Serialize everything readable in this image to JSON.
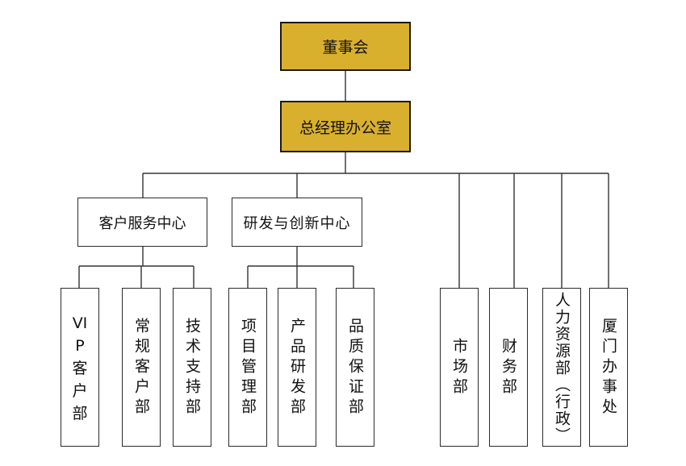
{
  "colors": {
    "accent": "#D9AF2E",
    "line": "#333333"
  },
  "org": {
    "board": "董事会",
    "gm_office": "总经理办公室",
    "customer_center": {
      "label": "客户服务中心",
      "units": [
        "VIP客户部",
        "常规客户部",
        "技术支持部"
      ]
    },
    "rd_center": {
      "label": "研发与创新中心",
      "units": [
        "项目管理部",
        "产品研发部",
        "品质保证部"
      ]
    },
    "direct_units": [
      "市场部",
      "财务部",
      "人力资源部（行政）",
      "厦门办事处"
    ]
  }
}
